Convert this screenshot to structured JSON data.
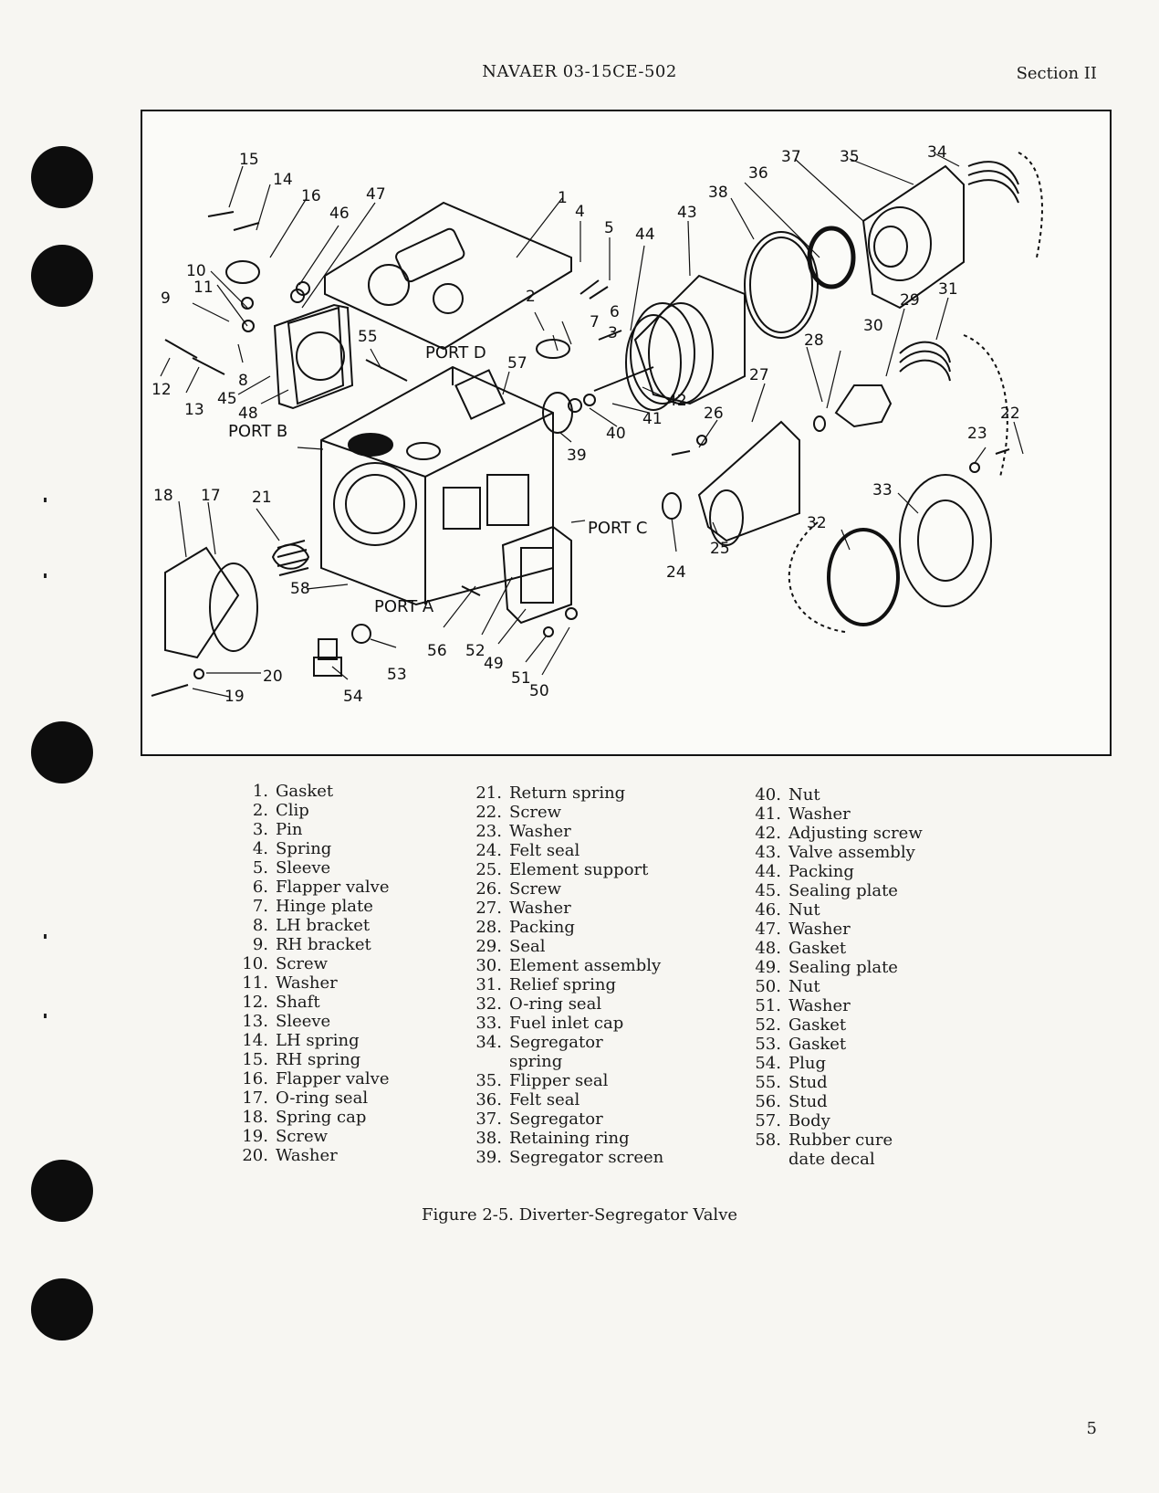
{
  "header": {
    "doc_number": "NAVAER 03-15CE-502",
    "section": "Section II"
  },
  "figure": {
    "callouts": [
      "15",
      "14",
      "16",
      "47",
      "46",
      "10",
      "11",
      "9",
      "12",
      "13",
      "8",
      "45",
      "48",
      "1",
      "4",
      "5",
      "2",
      "6",
      "7",
      "3",
      "44",
      "43",
      "38",
      "36",
      "37",
      "35",
      "34",
      "55",
      "57",
      "42",
      "41",
      "40",
      "39",
      "31",
      "29",
      "30",
      "28",
      "27",
      "26",
      "22",
      "23",
      "33",
      "32",
      "18",
      "17",
      "21",
      "58",
      "53",
      "54",
      "56",
      "52",
      "49",
      "51",
      "50",
      "20",
      "19",
      "24",
      "25"
    ],
    "ports": {
      "b": "PORT B",
      "d": "PORT D",
      "c": "PORT C",
      "a": "PORT A"
    }
  },
  "legend": {
    "col1": [
      {
        "n": "1.",
        "t": "Gasket"
      },
      {
        "n": "2.",
        "t": "Clip"
      },
      {
        "n": "3.",
        "t": "Pin"
      },
      {
        "n": "4.",
        "t": "Spring"
      },
      {
        "n": "5.",
        "t": "Sleeve"
      },
      {
        "n": "6.",
        "t": "Flapper valve"
      },
      {
        "n": "7.",
        "t": "Hinge plate"
      },
      {
        "n": "8.",
        "t": "LH bracket"
      },
      {
        "n": "9.",
        "t": "RH bracket"
      },
      {
        "n": "10.",
        "t": "Screw"
      },
      {
        "n": "11.",
        "t": "Washer"
      },
      {
        "n": "12.",
        "t": "Shaft"
      },
      {
        "n": "13.",
        "t": "Sleeve"
      },
      {
        "n": "14.",
        "t": "LH spring"
      },
      {
        "n": "15.",
        "t": "RH spring"
      },
      {
        "n": "16.",
        "t": "Flapper valve"
      },
      {
        "n": "17.",
        "t": "O-ring seal"
      },
      {
        "n": "18.",
        "t": "Spring cap"
      },
      {
        "n": "19.",
        "t": "Screw"
      },
      {
        "n": "20.",
        "t": "Washer"
      }
    ],
    "col2": [
      {
        "n": "21.",
        "t": "Return spring"
      },
      {
        "n": "22.",
        "t": "Screw"
      },
      {
        "n": "23.",
        "t": "Washer"
      },
      {
        "n": "24.",
        "t": "Felt seal"
      },
      {
        "n": "25.",
        "t": "Element support"
      },
      {
        "n": "26.",
        "t": "Screw"
      },
      {
        "n": "27.",
        "t": "Washer"
      },
      {
        "n": "28.",
        "t": "Packing"
      },
      {
        "n": "29.",
        "t": "Seal"
      },
      {
        "n": "30.",
        "t": "Element assembly"
      },
      {
        "n": "31.",
        "t": "Relief spring"
      },
      {
        "n": "32.",
        "t": "O-ring seal"
      },
      {
        "n": "33.",
        "t": "Fuel inlet cap"
      },
      {
        "n": "34.",
        "t": "Segregator"
      },
      {
        "n": "",
        "t": "spring"
      },
      {
        "n": "35.",
        "t": "Flipper seal"
      },
      {
        "n": "36.",
        "t": "Felt seal"
      },
      {
        "n": "37.",
        "t": "Segregator"
      },
      {
        "n": "38.",
        "t": "Retaining ring"
      },
      {
        "n": "39.",
        "t": "Segregator screen"
      }
    ],
    "col3": [
      {
        "n": "40.",
        "t": "Nut"
      },
      {
        "n": "41.",
        "t": "Washer"
      },
      {
        "n": "42.",
        "t": "Adjusting screw"
      },
      {
        "n": "43.",
        "t": "Valve assembly"
      },
      {
        "n": "44.",
        "t": "Packing"
      },
      {
        "n": "45.",
        "t": "Sealing plate"
      },
      {
        "n": "46.",
        "t": "Nut"
      },
      {
        "n": "47.",
        "t": "Washer"
      },
      {
        "n": "48.",
        "t": "Gasket"
      },
      {
        "n": "49.",
        "t": "Sealing plate"
      },
      {
        "n": "50.",
        "t": "Nut"
      },
      {
        "n": "51.",
        "t": "Washer"
      },
      {
        "n": "52.",
        "t": "Gasket"
      },
      {
        "n": "53.",
        "t": "Gasket"
      },
      {
        "n": "54.",
        "t": "Plug"
      },
      {
        "n": "55.",
        "t": "Stud"
      },
      {
        "n": "56.",
        "t": "Stud"
      },
      {
        "n": "57.",
        "t": "Body"
      },
      {
        "n": "58.",
        "t": "Rubber cure"
      },
      {
        "n": "",
        "t": "date decal"
      }
    ]
  },
  "caption": "Figure 2-5.  Diverter-Segregator Valve",
  "page_number": "5"
}
